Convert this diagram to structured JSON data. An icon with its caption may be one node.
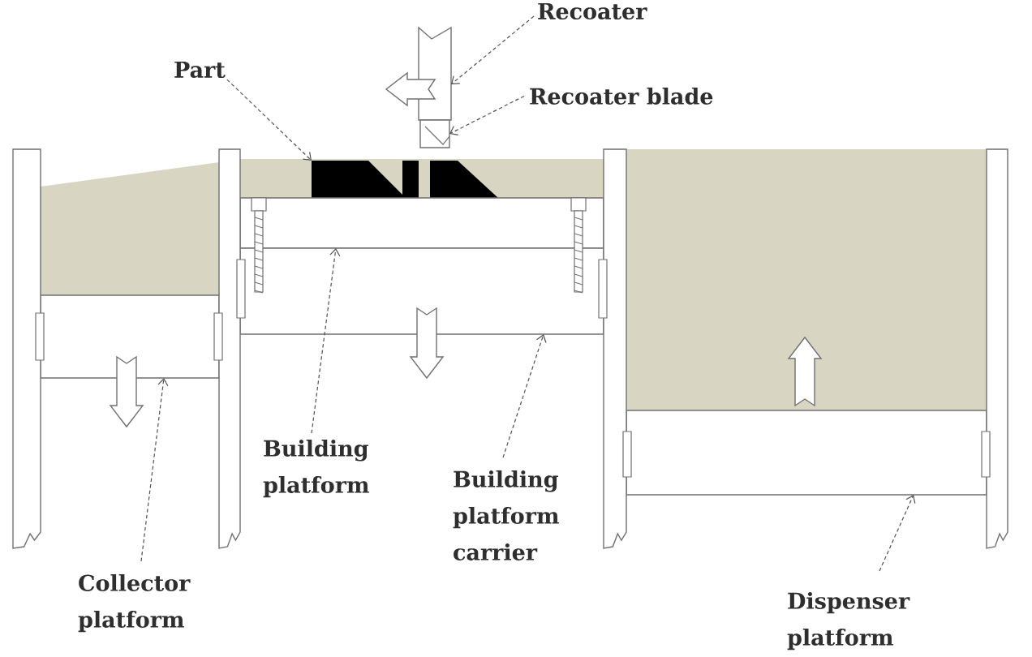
{
  "diagram": {
    "nodes": [
      {
        "text": [
          "Recoater"
        ]
      },
      {
        "text": [],
        "shape": "bar"
      },
      {
        "text": [
          "Recoater blade"
        ]
      },
      {
        "text": [],
        "shape": "box"
      },
      {
        "text": [
          "Part"
        ]
      },
      {
        "text": [],
        "shape": "box"
      },
      {
        "text": [],
        "shape": "box",
        "in": 5
      },
      {
        "text": [
          "Building platform"
        ]
      },
      {
        "text": [],
        "shape": "box"
      },
      {
        "text": [
          "Building platform carrier"
        ]
      },
      {
        "text": [],
        "shape": "box"
      },
      {
        "text": [
          "Collector platform"
        ]
      },
      {
        "text": [],
        "shape": "box"
      },
      {
        "text": [
          "Dispenser platform"
        ]
      },
      {
        "text": [],
        "shape": "box"
      },
      {
        "text": [],
        "shape": "bar"
      },
      {
        "text": [],
        "shape": "bar"
      },
      {
        "text": [],
        "shape": "bar"
      },
      {
        "text": [],
        "shape": "bar"
      },
      {
        "text": [],
        "shape": "box"
      },
      {
        "text": [],
        "shape": "box"
      }
    ],
    "edges": [
      {
        "from": 0,
        "to": 1,
        "arrow": "to",
        "style": "dashed"
      },
      {
        "from": 2,
        "to": 3,
        "arrow": "to",
        "style": "dashed"
      },
      {
        "from": 4,
        "to": 6,
        "arrow": "to",
        "style": "dashed"
      },
      {
        "from": 7,
        "to": 8,
        "arrow": "to",
        "style": "dashed"
      },
      {
        "from": 9,
        "to": 10,
        "arrow": "to",
        "style": "dashed"
      },
      {
        "from": 11,
        "to": 12,
        "arrow": "to",
        "style": "dashed"
      },
      {
        "from": 13,
        "to": 14,
        "arrow": "to",
        "style": "dashed"
      }
    ]
  }
}
